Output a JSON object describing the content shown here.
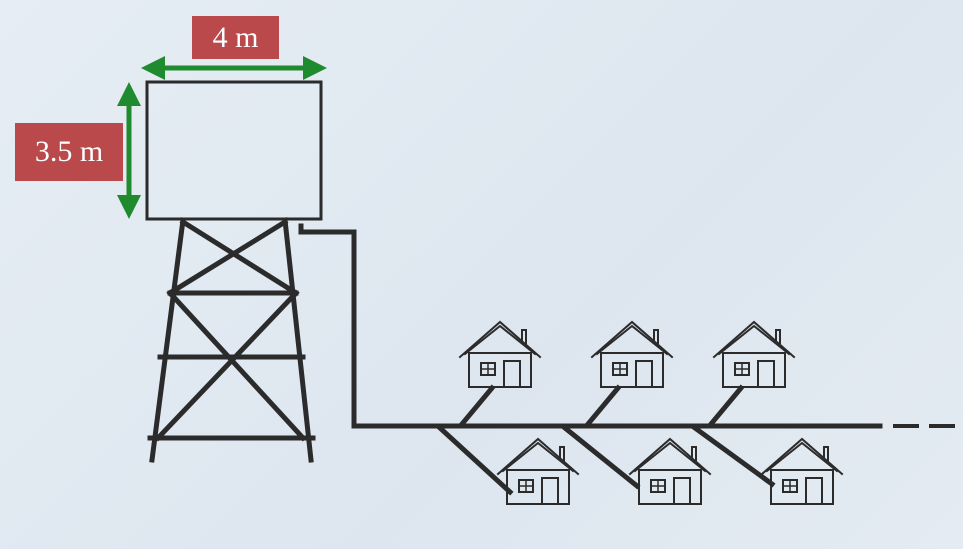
{
  "diagram": {
    "tank_width_label": "4 m",
    "tank_height_label": "3.5 m",
    "colors": {
      "background": "#e3eaf1",
      "ink": "#2b2b2b",
      "dimension_arrow": "#1f8a2e",
      "label_box": "#b9494b",
      "label_text": "#ffffff"
    },
    "house_count": 6
  }
}
